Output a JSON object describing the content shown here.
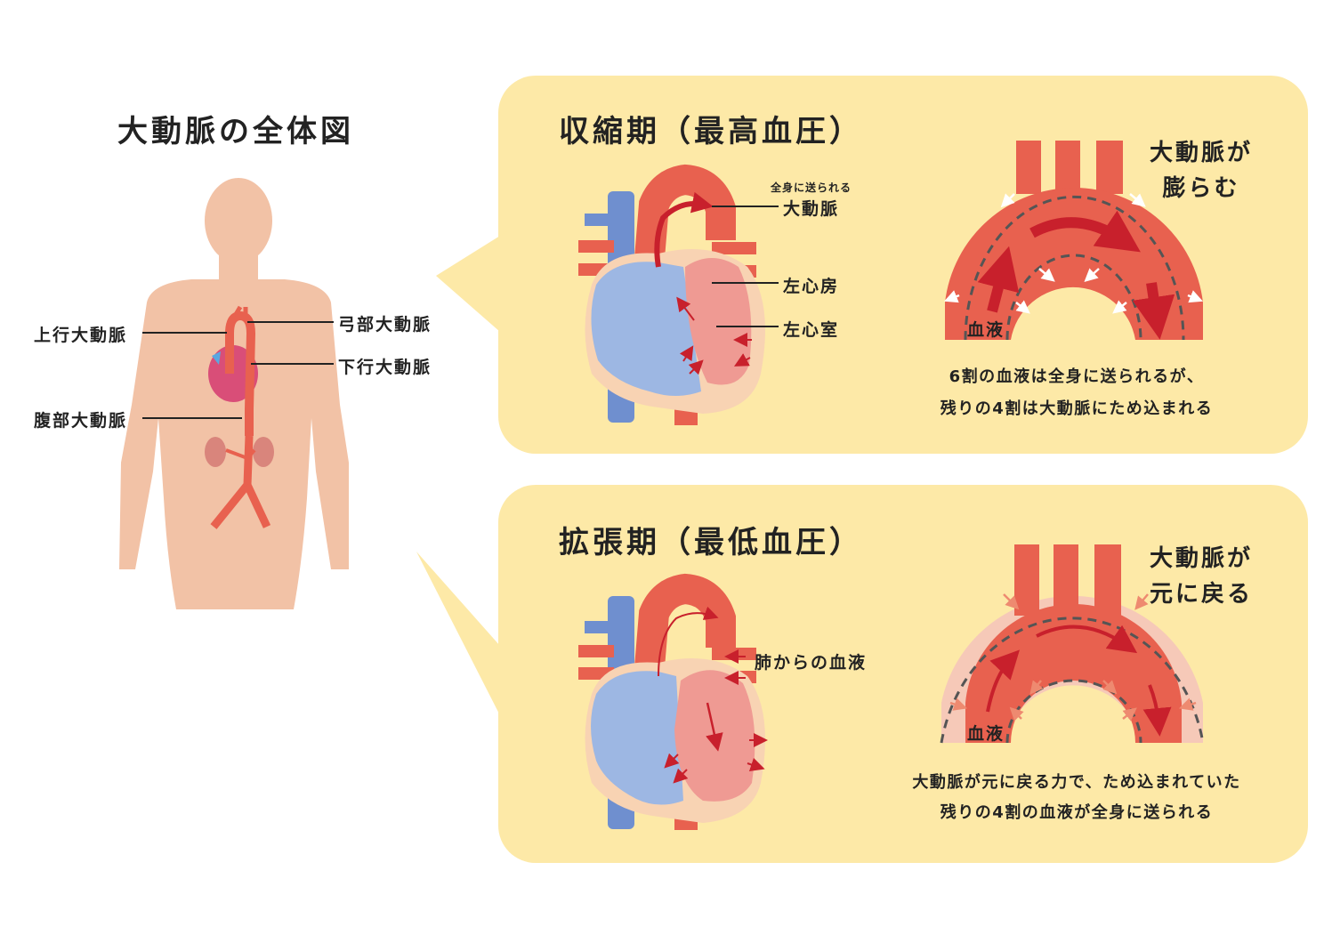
{
  "overview": {
    "title": "大動脈の全体図",
    "labels": {
      "ascending": "上行大動脈",
      "arch": "弓部大動脈",
      "descending": "下行大動脈",
      "abdominal": "腹部大動脈"
    }
  },
  "systole": {
    "title": "収縮期（最高血圧）",
    "heart_labels": {
      "aorta_note": "全身に送られる",
      "aorta": "大動脈",
      "left_atrium": "左心房",
      "left_ventricle": "左心室"
    },
    "callout": [
      "大動脈が",
      "膨らむ"
    ],
    "blood": "血液",
    "caption": [
      "6割の血液は全身に送られるが、",
      "残りの4割は大動脈にため込まれる"
    ]
  },
  "diastole": {
    "title": "拡張期（最低血圧）",
    "heart_labels": {
      "lung_blood": "肺からの血液"
    },
    "callout": [
      "大動脈が",
      "元に戻る"
    ],
    "blood": "血液",
    "caption": [
      "大動脈が元に戻る力で、ため込まれていた",
      "残りの4割の血液が全身に送られる"
    ]
  },
  "colors": {
    "panel_bg": "#fde9a7",
    "skin": "#f2c2a6",
    "aorta_red": "#e8614f",
    "vein_blue": "#6f8fcf",
    "heart_pink": "#ef9a93",
    "heart_light_blue": "#9db7e3",
    "arrow_dark_red": "#c8202c",
    "expansion_pink": "#f6c9b8"
  }
}
